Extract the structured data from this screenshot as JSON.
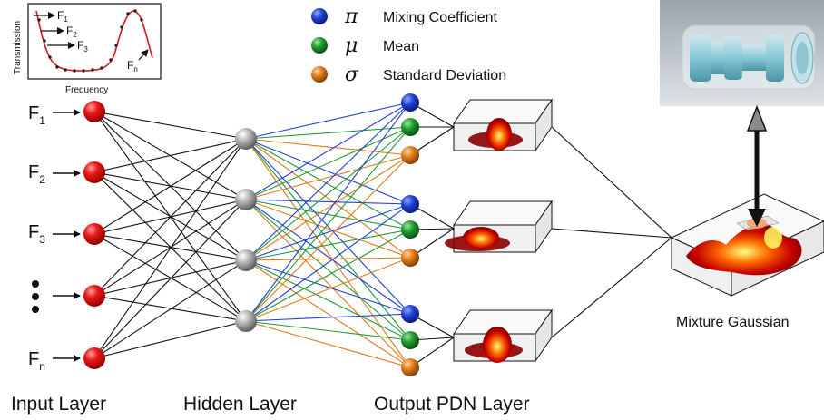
{
  "inset_chart": {
    "ylabel": "Transmission",
    "xlabel": "Frequency",
    "arrows": [
      {
        "base": "F",
        "sub": "1"
      },
      {
        "base": "F",
        "sub": "2"
      },
      {
        "base": "F",
        "sub": "3"
      },
      {
        "base": "F",
        "sub": "n"
      }
    ]
  },
  "legend": [
    {
      "symbol": "π",
      "label": "Mixing Coefficient",
      "color": "#1f3fd6"
    },
    {
      "symbol": "μ",
      "label": "Mean",
      "color": "#1e9a2e"
    },
    {
      "symbol": "σ",
      "label": "Standard Deviation",
      "color": "#e07a1a"
    }
  ],
  "inputs": [
    {
      "base": "F",
      "sub": "1"
    },
    {
      "base": "F",
      "sub": "2"
    },
    {
      "base": "F",
      "sub": "3"
    },
    {
      "base": "",
      "sub": ""
    },
    {
      "base": "F",
      "sub": "n"
    }
  ],
  "layer_labels": {
    "input": "Input Layer",
    "hidden": "Hidden Layer",
    "output": "Output PDN Layer"
  },
  "mixture_label": "Mixture Gaussian",
  "colors": {
    "input_node": "#e01515",
    "hidden_node": "#9a9a9a",
    "pi": "#1f3fd6",
    "mu": "#1e9a2e",
    "sigma": "#e07a1a",
    "edge_dark": "#111111"
  }
}
